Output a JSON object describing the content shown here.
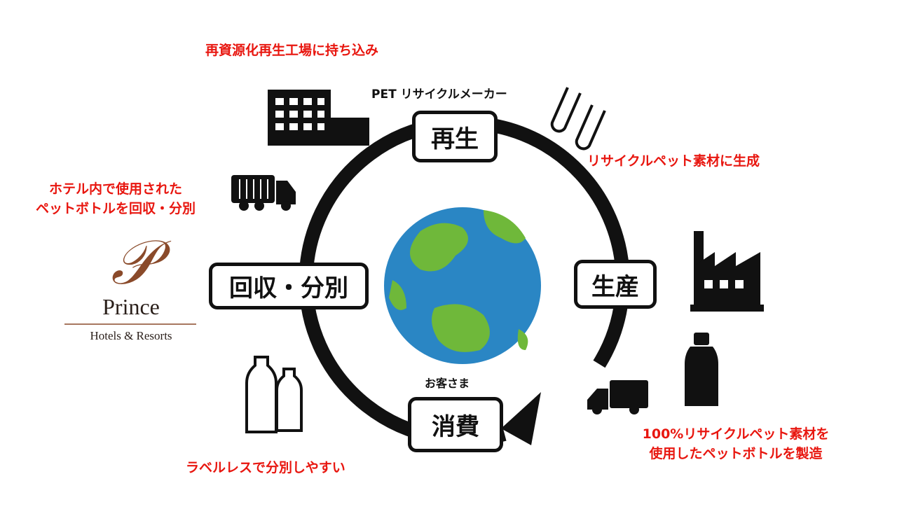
{
  "cycle": {
    "regenerate": "再生",
    "produce": "生産",
    "consume": "消費",
    "collect": "回収・分別"
  },
  "labels": {
    "maker": "PET リサイクルメーカー",
    "customer": "お客さま",
    "factory_delivery": "再資源化再生工場に持ち込み",
    "recycled_material": "リサイクルペット素材に生成",
    "hotel_collect_line1": "ホテル内で使用された",
    "hotel_collect_line2": "ペットボトルを回収・分別",
    "manufacture_line1": "100%リサイクルペット素材を",
    "manufacture_line2": "使用したペットボトルを製造",
    "labelless": "ラベルレスで分別しやすい"
  },
  "logo": {
    "monogram": "P",
    "name": "Prince",
    "sub": "Hotels & Resorts"
  },
  "colors": {
    "accent_red": "#e8160f",
    "ocean": "#2a86c4",
    "land": "#6fb83a",
    "logo_brown": "#8a4a2a"
  }
}
